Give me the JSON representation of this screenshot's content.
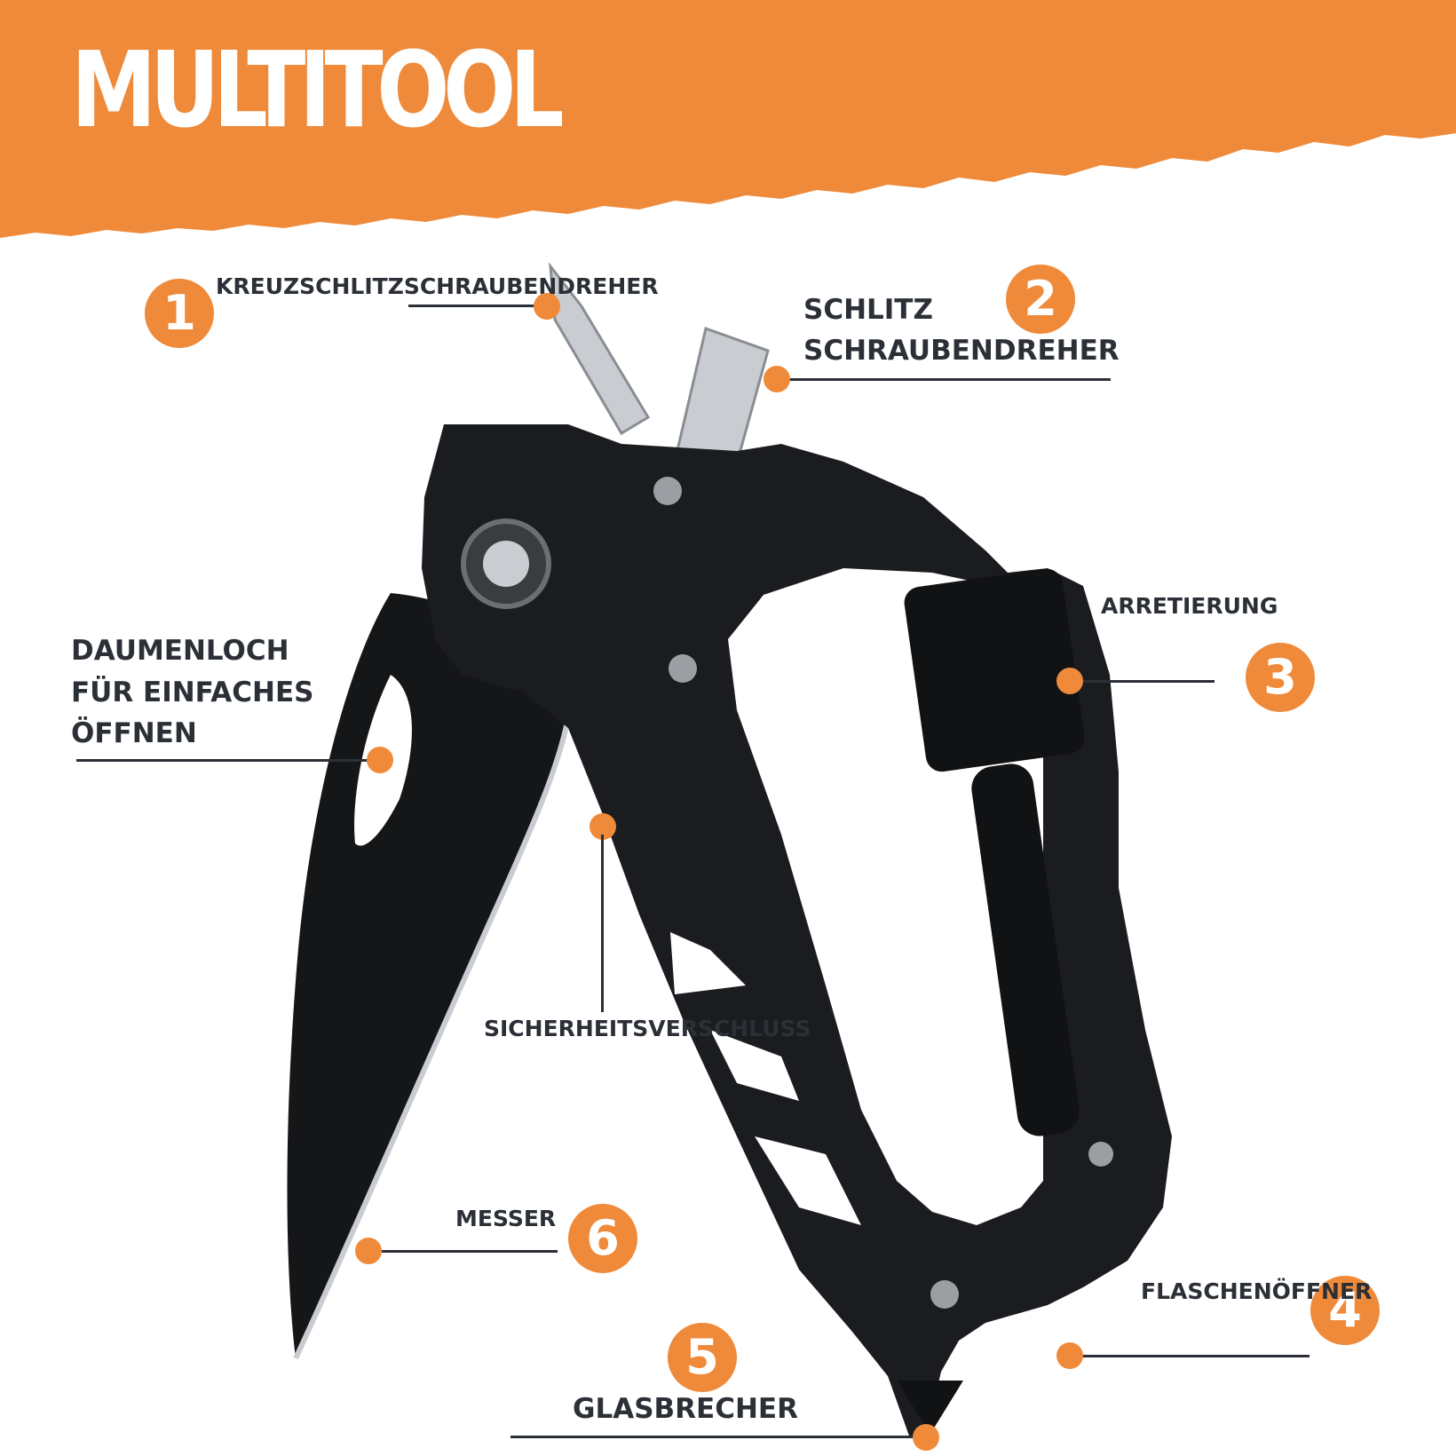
{
  "header": {
    "title": "MULTITOOL"
  },
  "colors": {
    "accent": "#ef8a3a",
    "text": "#2b2f36",
    "tool": "#1b1c1f",
    "steel": "#c9ccd0"
  },
  "features": {
    "f1": {
      "number": "1",
      "label": "KREUZSCHLITZSCHRAUBENDREHER"
    },
    "f2": {
      "number": "2",
      "label_line1": "SCHLITZ",
      "label_line2": "SCHRAUBENDREHER"
    },
    "f3": {
      "number": "3",
      "label": "ARRETIERUNG"
    },
    "f4": {
      "number": "4",
      "label": "FLASCHENÖFFNER"
    },
    "f5": {
      "number": "5",
      "label": "GLASBRECHER"
    },
    "f6": {
      "number": "6",
      "label": "MESSER"
    },
    "thumb": {
      "label_line1": "DAUMENLOCH",
      "label_line2": "FÜR EINFACHES",
      "label_line3": "ÖFFNEN"
    },
    "lock": {
      "label": "SICHERHEITSVERSCHLUSS"
    }
  }
}
